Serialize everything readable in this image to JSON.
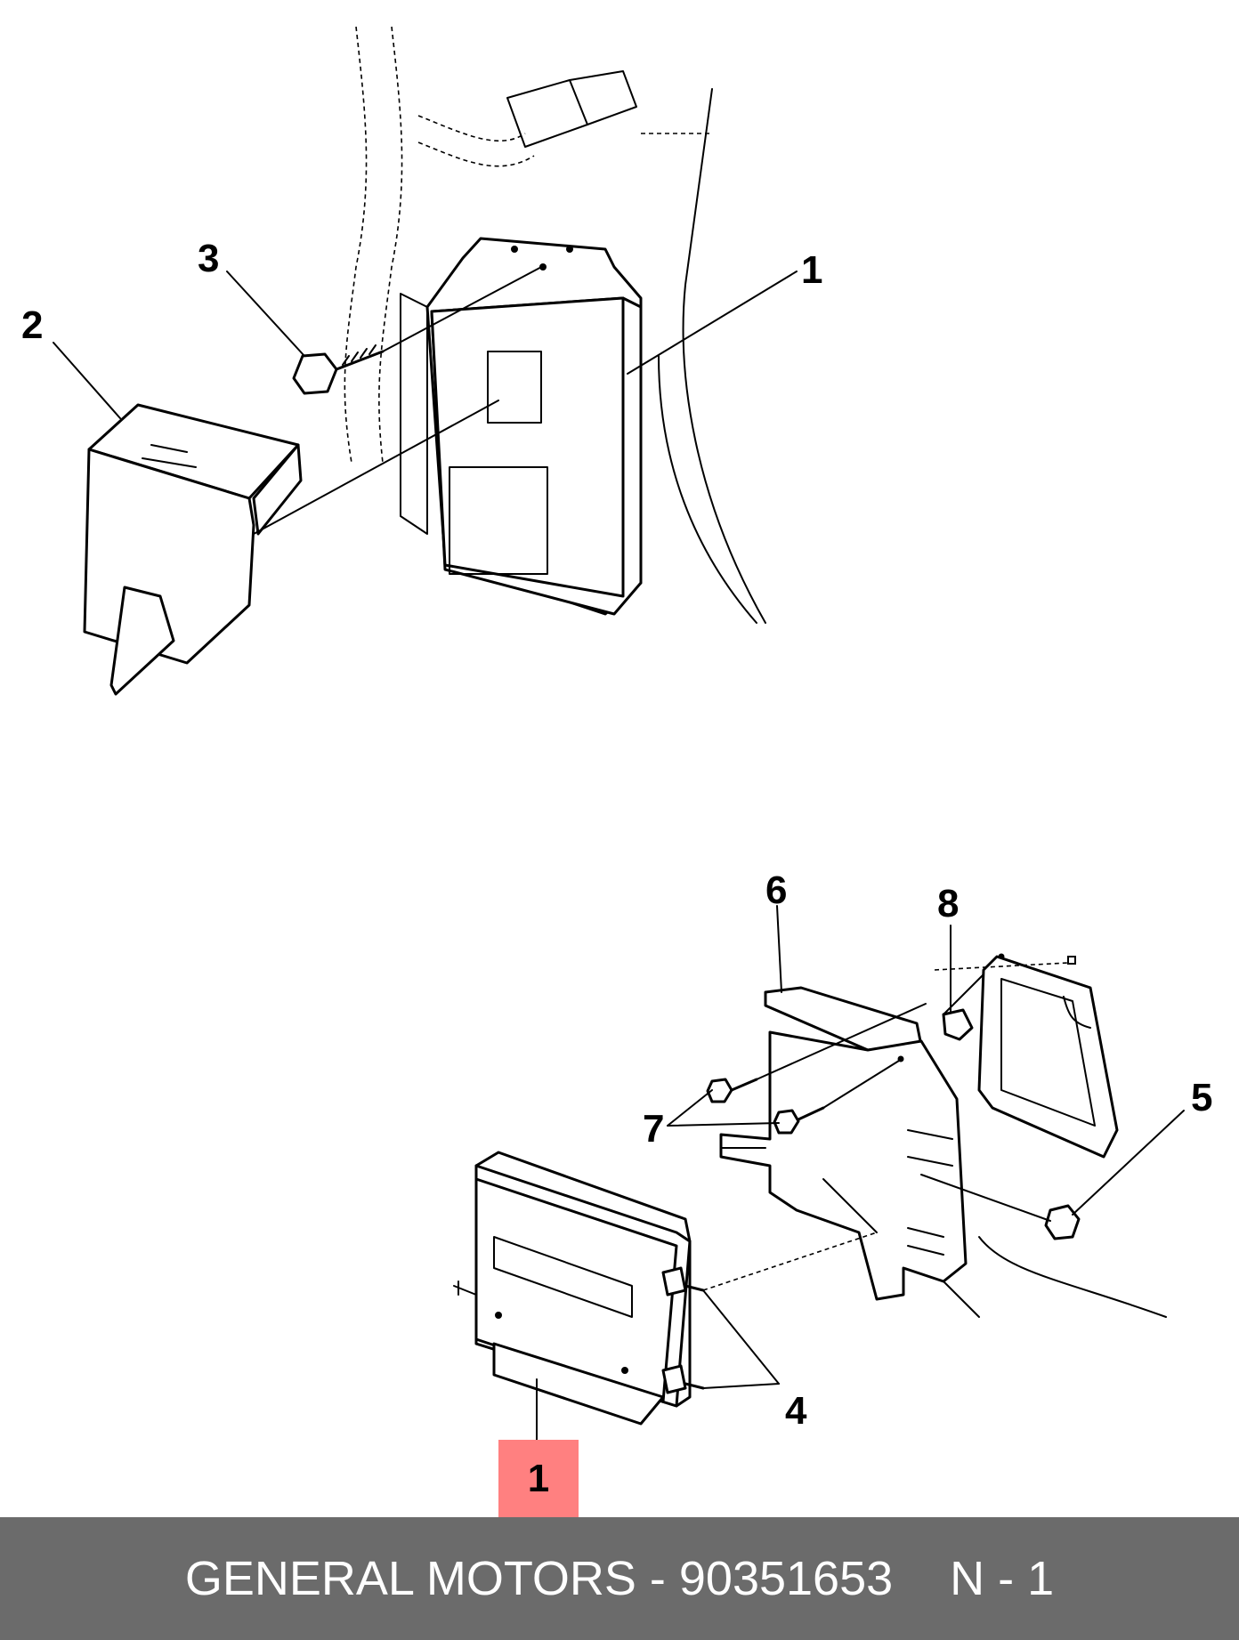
{
  "diagram": {
    "upper_callouts": [
      "1",
      "2",
      "3"
    ],
    "lower_callouts": [
      "4",
      "5",
      "6",
      "7",
      "8"
    ],
    "highlighted_callout": "1"
  },
  "footer": {
    "part_text": "GENERAL MOTORS - 90351653",
    "quantity_text": "N - 1"
  },
  "colors": {
    "highlight": "#ff8080",
    "footer_background": "#6b6b6b",
    "footer_text": "#ffffff"
  }
}
